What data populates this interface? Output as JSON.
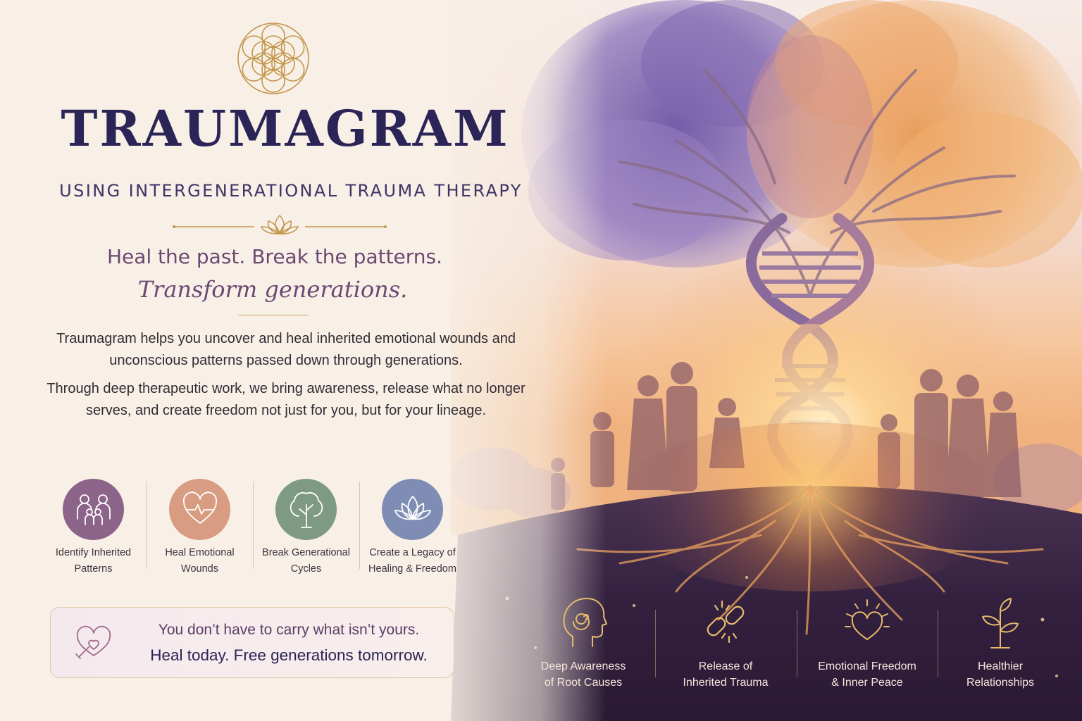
{
  "brand": {
    "title": "TRAUMAGRAM",
    "subtitle": "USING INTERGENERATIONAL TRAUMA THERAPY"
  },
  "tagline": {
    "line1": "Heal the past. Break the patterns.",
    "line2": "Transform generations."
  },
  "intro": {
    "paragraph1": "Traumagram helps you uncover and heal inherited emotional wounds and unconscious patterns passed down through generations.",
    "paragraph2": "Through deep therapeutic work, we bring awareness, release what no longer serves, and create freedom not just for you, but for your lineage."
  },
  "features": [
    {
      "label": "Identify Inherited\nPatterns",
      "icon": "family-icon",
      "color": "#8d6489"
    },
    {
      "label": "Heal Emotional\nWounds",
      "icon": "heart-pulse-icon",
      "color": "#d79c81"
    },
    {
      "label": "Break Generational\nCycles",
      "icon": "tree-icon",
      "color": "#7f9a83"
    },
    {
      "label": "Create a Legacy of\nHealing & Freedom",
      "icon": "lotus-icon",
      "color": "#7f8db5"
    }
  ],
  "message": {
    "line1": "You don’t have to carry what isn’t yours.",
    "line2": "Heal today. Free generations tomorrow."
  },
  "benefits": [
    {
      "label": "Deep Awareness\nof Root Causes",
      "icon": "head-spiral-icon"
    },
    {
      "label": "Release of\nInherited Trauma",
      "icon": "broken-chain-icon"
    },
    {
      "label": "Emotional Freedom\n& Inner Peace",
      "icon": "radiant-heart-icon"
    },
    {
      "label": "Healthier\nRelationships",
      "icon": "sprout-icon"
    }
  ],
  "colors": {
    "navy": "#2b2457",
    "plum": "#6b4873",
    "gold": "#c8a663",
    "cream": "#f8efe6"
  }
}
